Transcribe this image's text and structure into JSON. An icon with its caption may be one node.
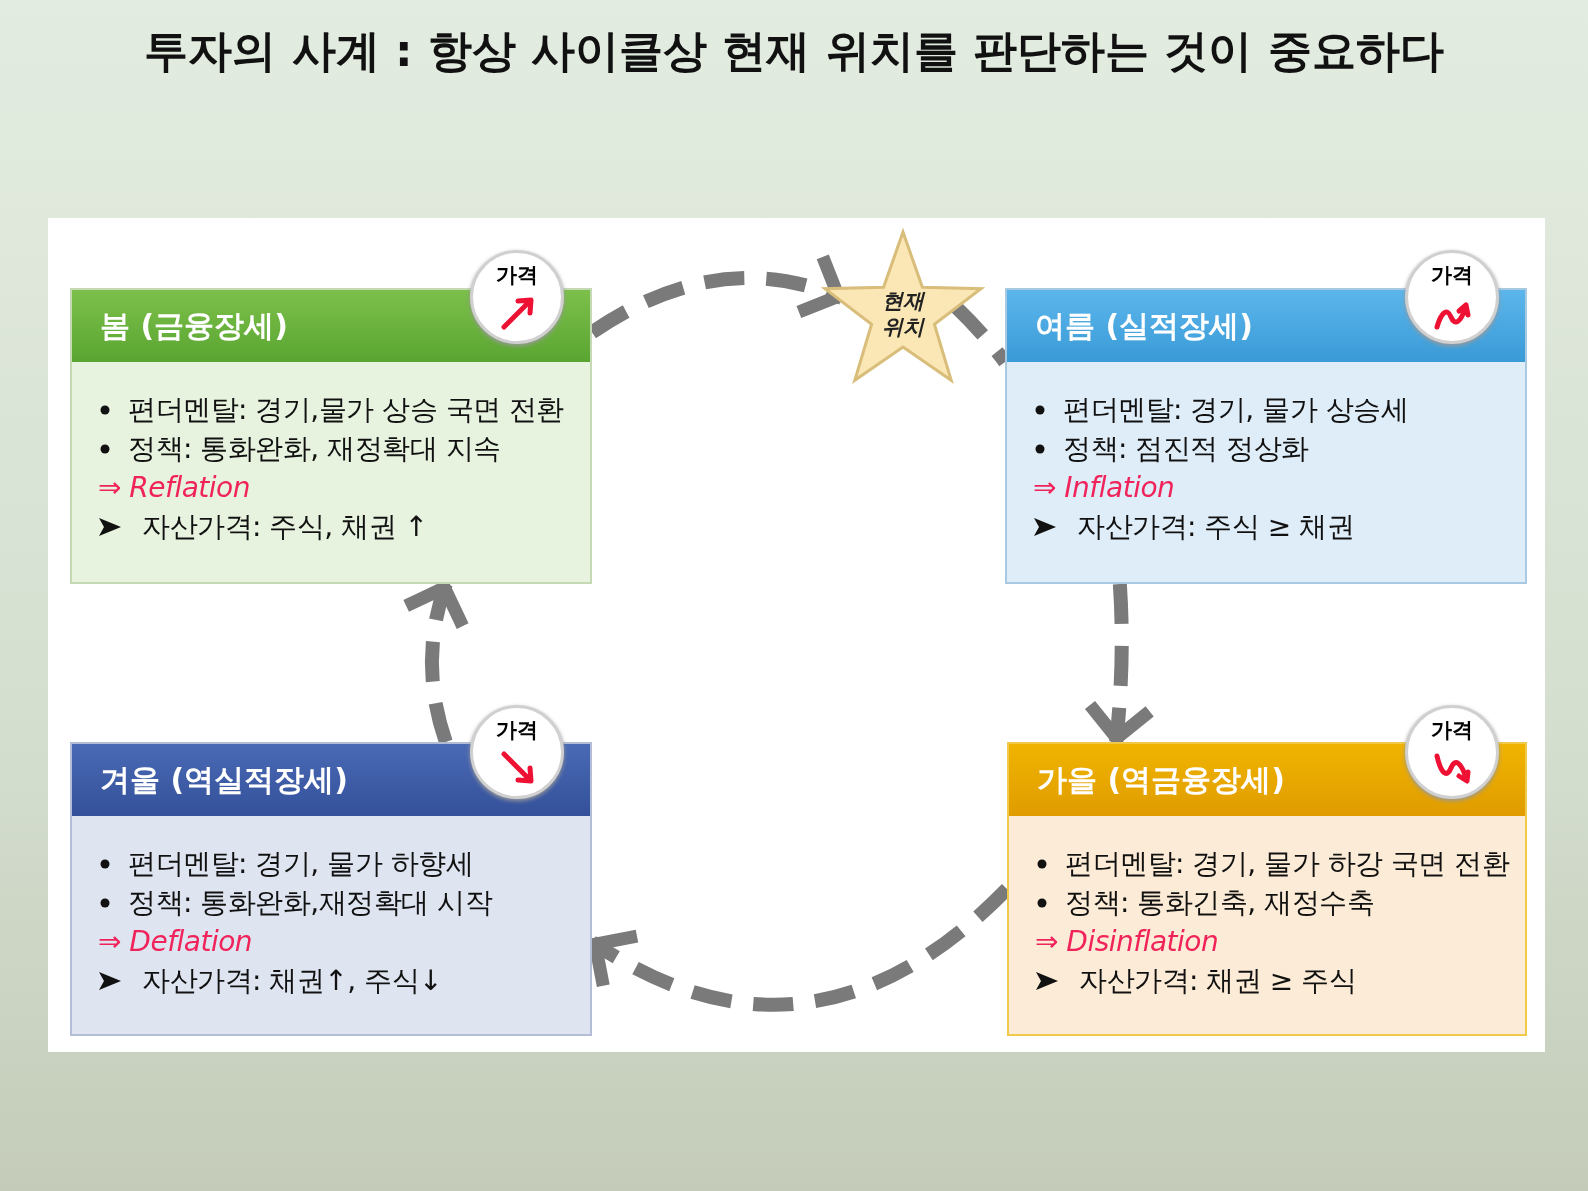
{
  "diagram": {
    "title": "투자의 사계 : 항상 사이클상 현재 위치를 판단하는 것이 중요하다",
    "nodes": [
      {
        "text": [
          "봄 (금융장세)",
          "편더멘탈: 경기,물가 상승 국면 전환",
          "정책: 통화완화, 재정확대 지속",
          "⇒ Reflation",
          "자산가격: 주식, 채권 ↑"
        ]
      },
      {
        "text": [
          "가격"
        ]
      },
      {
        "text": [
          "현재 위치"
        ]
      },
      {
        "text": [
          "여름 (실적장세)",
          "편더멘탈: 경기, 물가 상승세",
          "정책: 점진적 정상화",
          "⇒ Inflation",
          "자산가격: 주식 ≥ 채권"
        ]
      },
      {
        "text": [
          "가격"
        ]
      },
      {
        "text": [
          "겨울 (역실적장세)",
          "편더멘탈: 경기, 물가 하향세",
          "정책: 통화완화,재정확대 시작",
          "⇒ Deflation",
          "자산가격: 채권↑, 주식↓"
        ]
      },
      {
        "text": [
          "가격"
        ]
      },
      {
        "text": [
          "가을 (역금융장세)",
          "편더멘탈: 경기, 물가 하강 국면 전환",
          "정책: 통화긴축, 재정수축",
          "⇒ Disinflation",
          "자산가격: 채권 ≥ 주식"
        ]
      },
      {
        "text": [
          "가격"
        ]
      }
    ],
    "edges": [
      {
        "from": 0,
        "to": 2,
        "arrow": "to",
        "style": "dashed"
      },
      {
        "from": 2,
        "to": 3,
        "arrow": "none",
        "style": "dashed"
      },
      {
        "from": 3,
        "to": 7,
        "arrow": "to",
        "style": "dashed"
      },
      {
        "from": 7,
        "to": 5,
        "arrow": "to",
        "style": "dashed"
      },
      {
        "from": 5,
        "to": 0,
        "arrow": "to",
        "style": "dashed"
      }
    ]
  }
}
